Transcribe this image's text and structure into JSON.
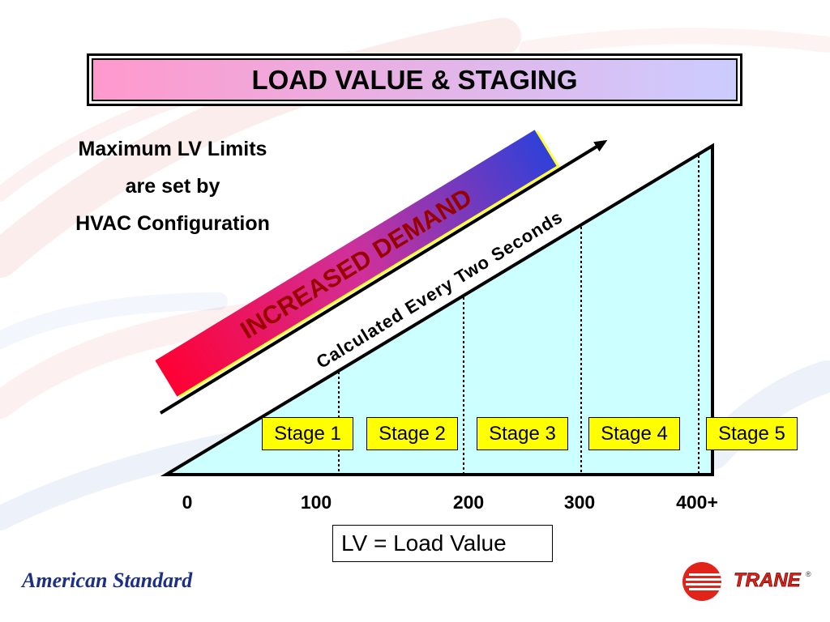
{
  "slide": {
    "title": "LOAD VALUE & STAGING",
    "note_lines": [
      "Maximum LV Limits",
      "are set by",
      "HVAC Configuration"
    ],
    "band_label": "INCREASED DEMAND",
    "arrow_label": "Calculated Every Two Seconds",
    "stages": [
      "Stage 1",
      "Stage 2",
      "Stage 3",
      "Stage 4",
      "Stage 5"
    ],
    "scale_ticks": [
      "0",
      "100",
      "200",
      "300",
      "400+"
    ],
    "legend": "LV = Load Value"
  },
  "logos": {
    "left_wordmark": "American Standard",
    "right_wordmark": "TRANE",
    "right_registered": "®"
  },
  "colors": {
    "title_start": "#ff99cc",
    "title_end": "#ccccff",
    "triangle_fill": "#ccffff",
    "stage_fill": "#ffff00",
    "band_left": "#ff0033",
    "band_mid": "#d0309a",
    "band_right": "#3040d8",
    "band_edge": "#ffff33",
    "band_text": "#990000",
    "american_standard_blue": "#1c2f86",
    "trane_red": "#e2231a"
  }
}
